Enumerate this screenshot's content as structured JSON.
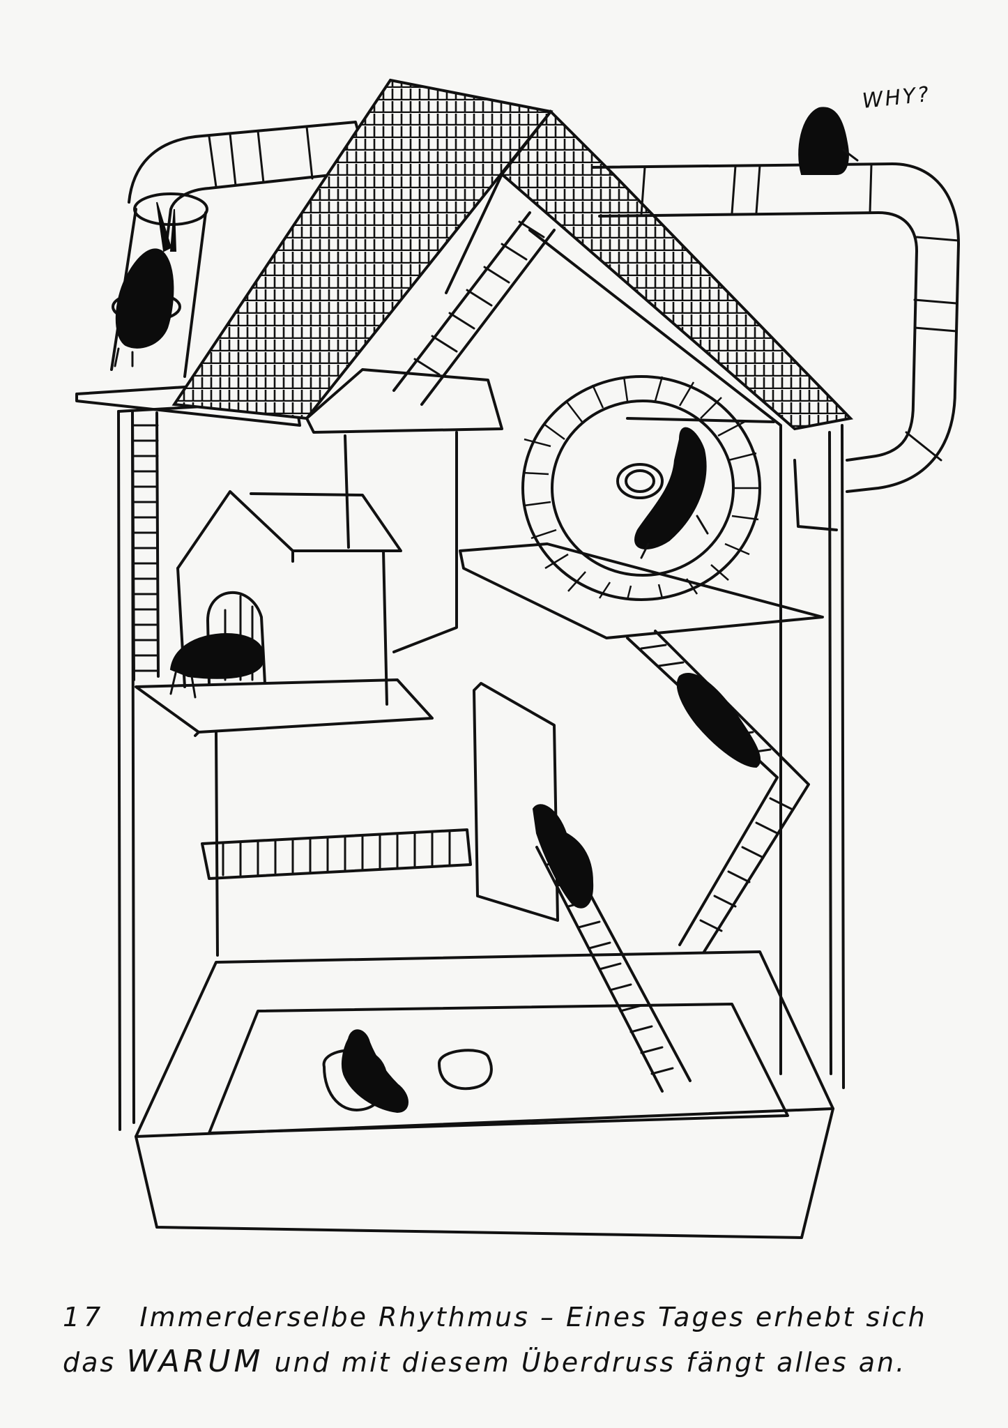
{
  "speech": {
    "why": "WHY?"
  },
  "caption": {
    "number": "17",
    "line1_rest": "Immerderselbe Rhythmus – Eines Tages erhebt sich",
    "line2_pre": "das",
    "line2_caps": "WARUM",
    "line2_post": "und mit diesem Überdruss fängt alles an."
  },
  "colors": {
    "paper": "#f7f7f5",
    "ink": "#111111"
  }
}
